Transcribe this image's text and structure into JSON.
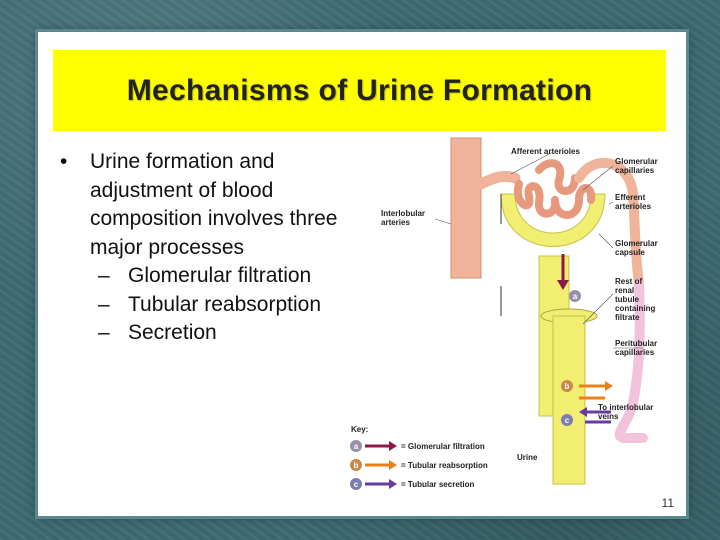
{
  "slide": {
    "title": "Mechanisms of Urine Formation",
    "bullet": "Urine formation and adjustment of blood composition involves three major processes",
    "sub_bullets": [
      "Glomerular filtration",
      "Tubular reabsorption",
      "Secretion"
    ],
    "page_number": "11"
  },
  "figure": {
    "labels": {
      "afferent": "Afferent arterioles",
      "glomerular_capillaries_1": "Glomerular",
      "glomerular_capillaries_2": "capillaries",
      "efferent_1": "Efferent",
      "efferent_2": "arterioles",
      "interlobular_1": "Interlobular",
      "interlobular_2": "arteries",
      "capsule_1": "Glomerular",
      "capsule_2": "capsule",
      "rest_1": "Rest of",
      "rest_2": "renal",
      "rest_3": "tubule",
      "rest_4": "containing",
      "rest_5": "filtrate",
      "peritubular_1": "Peritubular",
      "peritubular_2": "capillaries",
      "veins_1": "To interlobular",
      "veins_2": "veins",
      "urine": "Urine",
      "key_title": "Key:",
      "marker_a": "a",
      "marker_b": "b",
      "marker_c": "c"
    },
    "key": [
      {
        "letter": "a",
        "label": "= Glomerular filtration",
        "color": "#8b1a4a"
      },
      {
        "letter": "b",
        "label": "= Tubular reabsorption",
        "color": "#e8801a"
      },
      {
        "letter": "c",
        "label": "= Tubular secretion",
        "color": "#6a3aa0"
      }
    ],
    "colors": {
      "vessel": "#f0b49a",
      "tubule": "#f2ee72",
      "vein": "#f3c2dc"
    }
  }
}
